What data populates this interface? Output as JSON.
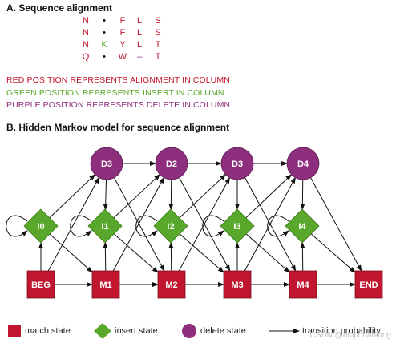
{
  "colors": {
    "match": "#c0162f",
    "insert": "#5aa82b",
    "delete": "#8e2f7e",
    "edge": "#111111",
    "text_on_node": "#ffffff"
  },
  "section_a": {
    "label": "A.",
    "title": "Sequence alignment",
    "alignment_rows": [
      [
        {
          "t": "N",
          "c": "match"
        },
        {
          "t": "•",
          "c": "plain"
        },
        {
          "t": "F",
          "c": "match"
        },
        {
          "t": "L",
          "c": "match"
        },
        {
          "t": "S",
          "c": "match"
        }
      ],
      [
        {
          "t": "N",
          "c": "match"
        },
        {
          "t": "•",
          "c": "plain"
        },
        {
          "t": "F",
          "c": "match"
        },
        {
          "t": "L",
          "c": "match"
        },
        {
          "t": "S",
          "c": "match"
        }
      ],
      [
        {
          "t": "N",
          "c": "match"
        },
        {
          "t": "K",
          "c": "insert"
        },
        {
          "t": "Y",
          "c": "match"
        },
        {
          "t": "L",
          "c": "match"
        },
        {
          "t": "T",
          "c": "match"
        }
      ],
      [
        {
          "t": "Q",
          "c": "match"
        },
        {
          "t": "•",
          "c": "plain"
        },
        {
          "t": "W",
          "c": "match"
        },
        {
          "t": "–",
          "c": "delete"
        },
        {
          "t": "T",
          "c": "match"
        }
      ]
    ],
    "legend": [
      {
        "text": "RED POSITION REPRESENTS ALIGNMENT IN COLUMN",
        "color": "match"
      },
      {
        "text": "GREEN POSITION REPRESENTS INSERT IN COLUMN",
        "color": "insert"
      },
      {
        "text": "PURPLE POSITION REPRESENTS DELETE IN COLUMN",
        "color": "delete"
      }
    ]
  },
  "section_b": {
    "label": "B.",
    "title": "Hidden Markov model for sequence alignment",
    "delete_states": [
      "D3",
      "D2",
      "D3",
      "D4"
    ],
    "insert_states": [
      "I0",
      "I1",
      "I2",
      "I3",
      "I4"
    ],
    "match_states": [
      "BEG",
      "M1",
      "M2",
      "M3",
      "M4",
      "END"
    ]
  },
  "key": {
    "match_label": "match state",
    "insert_label": "insert state",
    "delete_label": "delete state",
    "transition_label": "transition probability"
  },
  "watermark": "CSDN @hippobanlong"
}
